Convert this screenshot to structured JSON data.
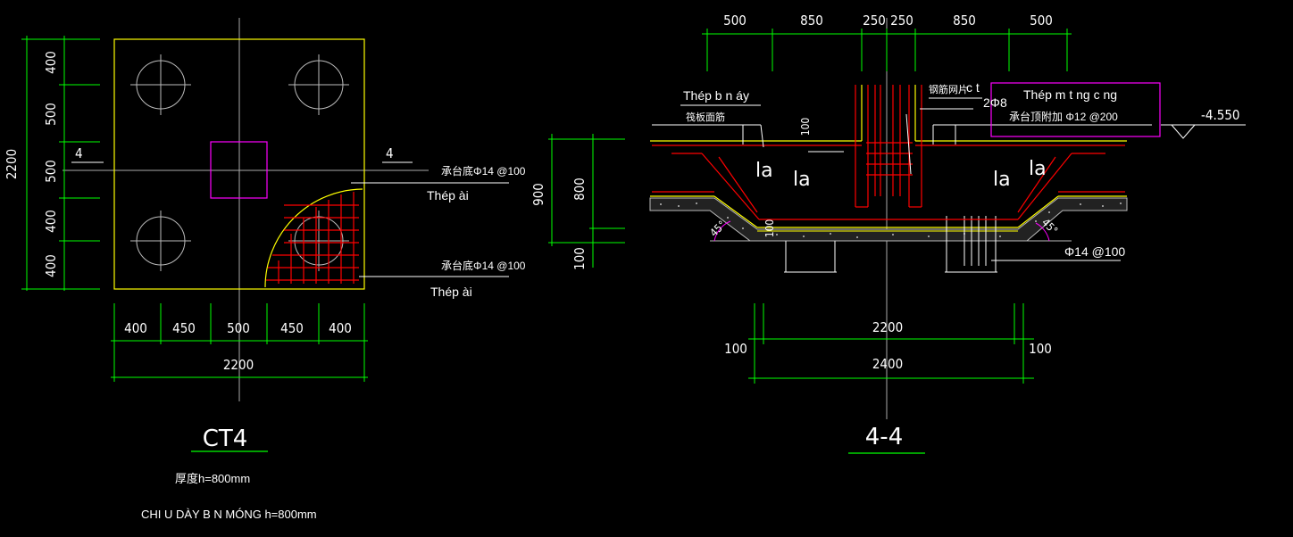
{
  "plan": {
    "vertical_dims": [
      "400",
      "500",
      "500",
      "400",
      "400"
    ],
    "total_vertical": "2200",
    "horizontal_dims": [
      "400",
      "450",
      "500",
      "450",
      "400"
    ],
    "total_horizontal": "2200",
    "section_mark_left": "4",
    "section_mark_right": "4",
    "rebar_top_code": "承台底Φ14 @100",
    "rebar_top_label": "Thép  ài",
    "rebar_bottom_code": "承台底Φ14 @100",
    "rebar_bottom_label": "Thép  ài",
    "title": "CT4",
    "thickness_note": "厚度h=800mm",
    "depth_note": "CHI U DÀY B N MÓNG h=800mm"
  },
  "section": {
    "top_dims": [
      "500",
      "850",
      "250",
      "250",
      "850",
      "500"
    ],
    "label_bottom_slab": "Thép b n  áy",
    "label_bottom_slab_cn": "筏板面筋",
    "label_100": "100",
    "label_col_cn": "钢筋网片",
    "label_col_vn": "c t",
    "label_2phi8": "2Φ8",
    "label_top_reinf": "Thép m  t ng c  ng",
    "label_top_reinf_code": "承台顶附加 Φ12 @200",
    "elevation": "-4.550",
    "la_labels": [
      "la",
      "la",
      "la",
      "la"
    ],
    "left_dims": [
      "900",
      "800",
      "100"
    ],
    "angle_left": "45°",
    "angle_right": "45°",
    "label_100_pile": "100",
    "label_phi14": "Φ14 @100",
    "bottom_dim_inner": "2200",
    "bottom_dim_outer": "2400",
    "bottom_dim_left": "100",
    "bottom_dim_right": "100",
    "title": "4-4"
  },
  "colors": {
    "dim_green": "#00ff00",
    "outline_yellow": "#ffff00",
    "rebar_red": "#ff0000",
    "column_magenta": "#ff00ff",
    "line_white": "#ffffff",
    "gray": "#aaaaaa"
  }
}
